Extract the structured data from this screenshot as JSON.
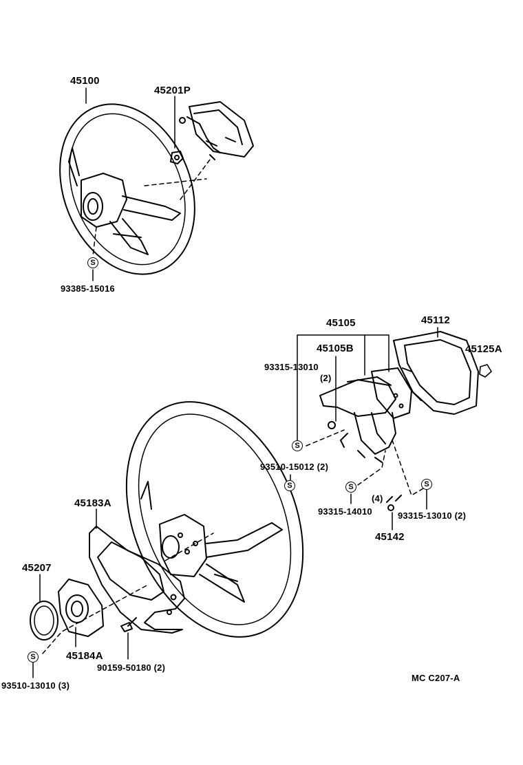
{
  "diagram": {
    "s_symbol": "S",
    "labels": {
      "p45100": "45100",
      "p45201P": "45201P",
      "p93385": "93385-15016",
      "p45105": "45105",
      "p45105B": "45105B",
      "p45112": "45112",
      "p45125A": "45125A",
      "p93315_13010_a": "93315-13010",
      "qty_a": "(2)",
      "p93510_15012": "93510-15012 (2)",
      "p93315_14010": "93315-14010",
      "qty_4": "(4)",
      "p45142": "45142",
      "p93315_13010_b": "93315-13010 (2)",
      "p45183A": "45183A",
      "p45207": "45207",
      "p45184A": "45184A",
      "p90159": "90159-50180 (2)",
      "p93510_13010": "93510-13010 (3)",
      "ref": "MC C207-A"
    }
  }
}
